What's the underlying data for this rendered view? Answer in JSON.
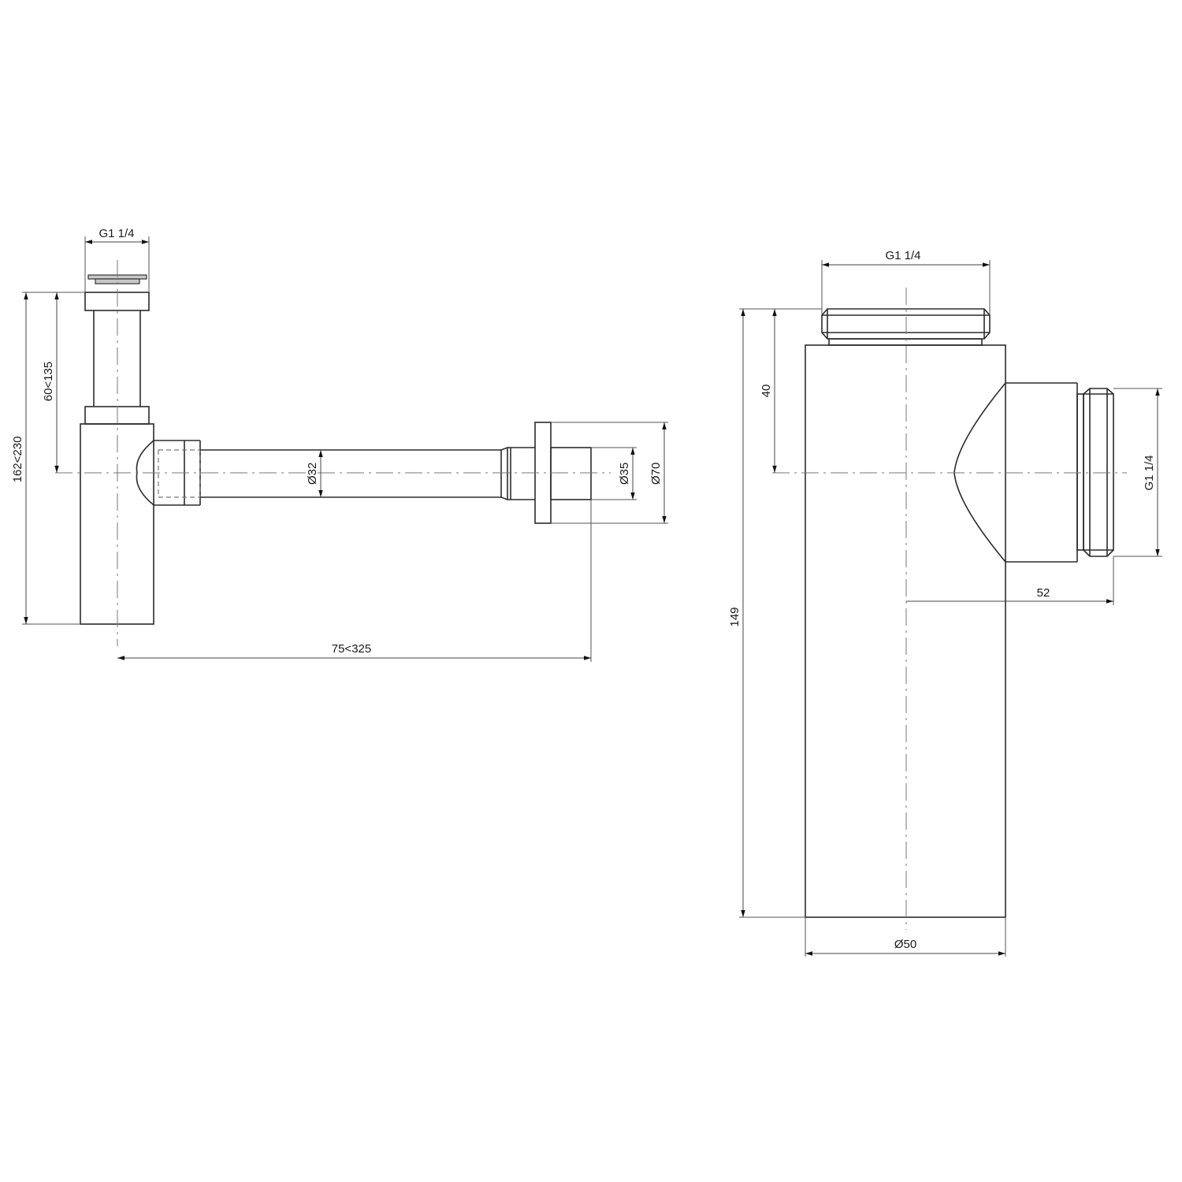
{
  "drawing": {
    "title": "Bottle trap technical drawing",
    "left_view": {
      "dimensions": {
        "top_thread": "G1 1/4",
        "overall_height": "162<230",
        "inlet_to_outlet_height": "60<135",
        "pipe_diameter": "Ø32",
        "wall_socket_diameter": "Ø35",
        "flange_diameter": "Ø70",
        "projection": "75<325"
      }
    },
    "right_view": {
      "dimensions": {
        "top_thread": "G1 1/4",
        "side_thread": "G1 1/4",
        "overall_height": "149",
        "top_to_outlet_axis": "40",
        "outlet_projection": "52",
        "body_diameter": "Ø50"
      }
    }
  }
}
